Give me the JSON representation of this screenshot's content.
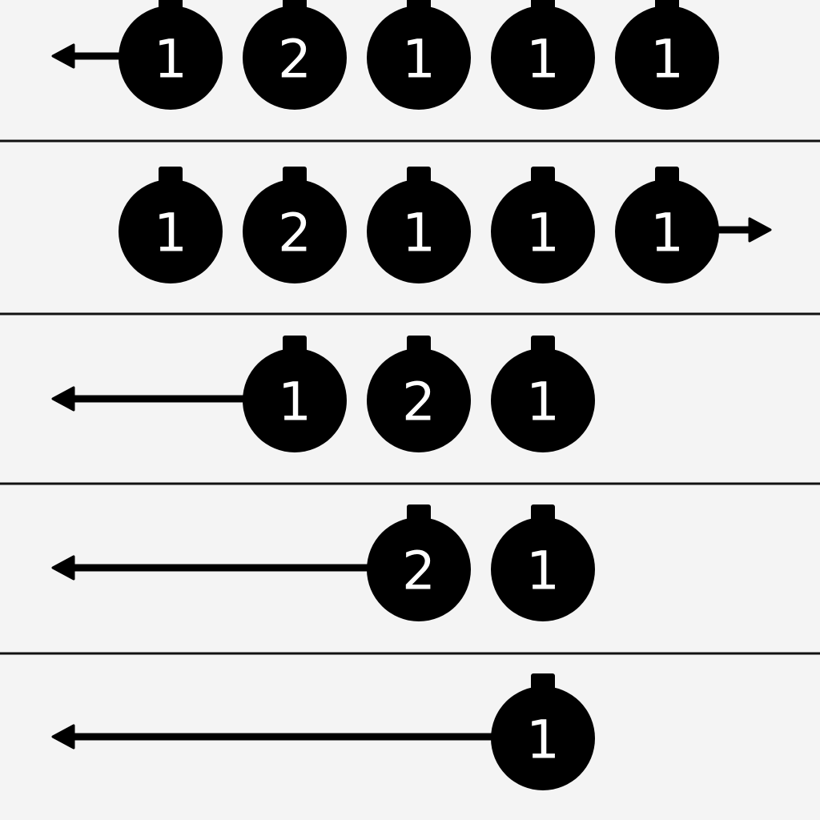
{
  "colors": {
    "background": "#f4f4f4",
    "ink": "#000000",
    "number": "#ffffff",
    "separator": "#111111"
  },
  "icons": {
    "bomb": "bomb-icon",
    "arrow_left": "arrow-left-icon",
    "arrow_right": "arrow-right-icon"
  },
  "rows": [
    {
      "arrow": "left",
      "bombs": [
        {
          "slot": 1,
          "number": "1"
        },
        {
          "slot": 2,
          "number": "2"
        },
        {
          "slot": 3,
          "number": "1"
        },
        {
          "slot": 4,
          "number": "1"
        },
        {
          "slot": 5,
          "number": "1"
        }
      ]
    },
    {
      "arrow": "right",
      "bombs": [
        {
          "slot": 1,
          "number": "1"
        },
        {
          "slot": 2,
          "number": "2"
        },
        {
          "slot": 3,
          "number": "1"
        },
        {
          "slot": 4,
          "number": "1"
        },
        {
          "slot": 5,
          "number": "1"
        }
      ]
    },
    {
      "arrow": "left",
      "bombs": [
        {
          "slot": 2,
          "number": "1"
        },
        {
          "slot": 3,
          "number": "2"
        },
        {
          "slot": 4,
          "number": "1"
        }
      ]
    },
    {
      "arrow": "left",
      "bombs": [
        {
          "slot": 3,
          "number": "2"
        },
        {
          "slot": 4,
          "number": "1"
        }
      ]
    },
    {
      "arrow": "left",
      "bombs": [
        {
          "slot": 4,
          "number": "1"
        }
      ]
    }
  ]
}
